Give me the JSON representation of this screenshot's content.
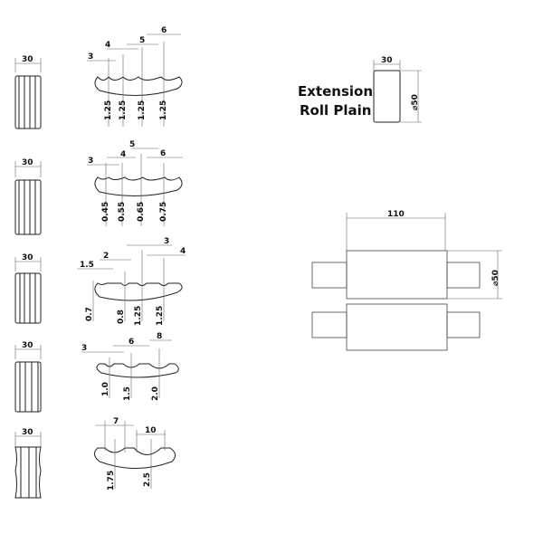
{
  "title": [
    "Extension",
    "Roll Plain"
  ],
  "plain_roll": {
    "width": "30",
    "diameter": "⌀50"
  },
  "assembly": {
    "length": "110",
    "diameter": "⌀50"
  },
  "rolls": [
    {
      "width": "30",
      "pitches": [
        "3",
        "4",
        "5",
        "6"
      ],
      "depths": [
        "1.25",
        "1.25",
        "1.25",
        "1.25"
      ]
    },
    {
      "width": "30",
      "pitches": [
        "3",
        "4",
        "5",
        "6"
      ],
      "depths": [
        "0.45",
        "0.55",
        "0.65",
        "0.75"
      ]
    },
    {
      "width": "30",
      "pitches": [
        "1.5",
        "2",
        "3",
        "4"
      ],
      "depths": [
        "0.7",
        "0.8",
        "1.25",
        "1.25"
      ]
    },
    {
      "width": "30",
      "pitches": [
        "3",
        "6",
        "8"
      ],
      "depths": [
        "1.0",
        "1.5",
        "2.0"
      ]
    },
    {
      "width": "30",
      "pitches": [
        "7",
        "10"
      ],
      "depths": [
        "1.75",
        "2.5"
      ]
    }
  ]
}
